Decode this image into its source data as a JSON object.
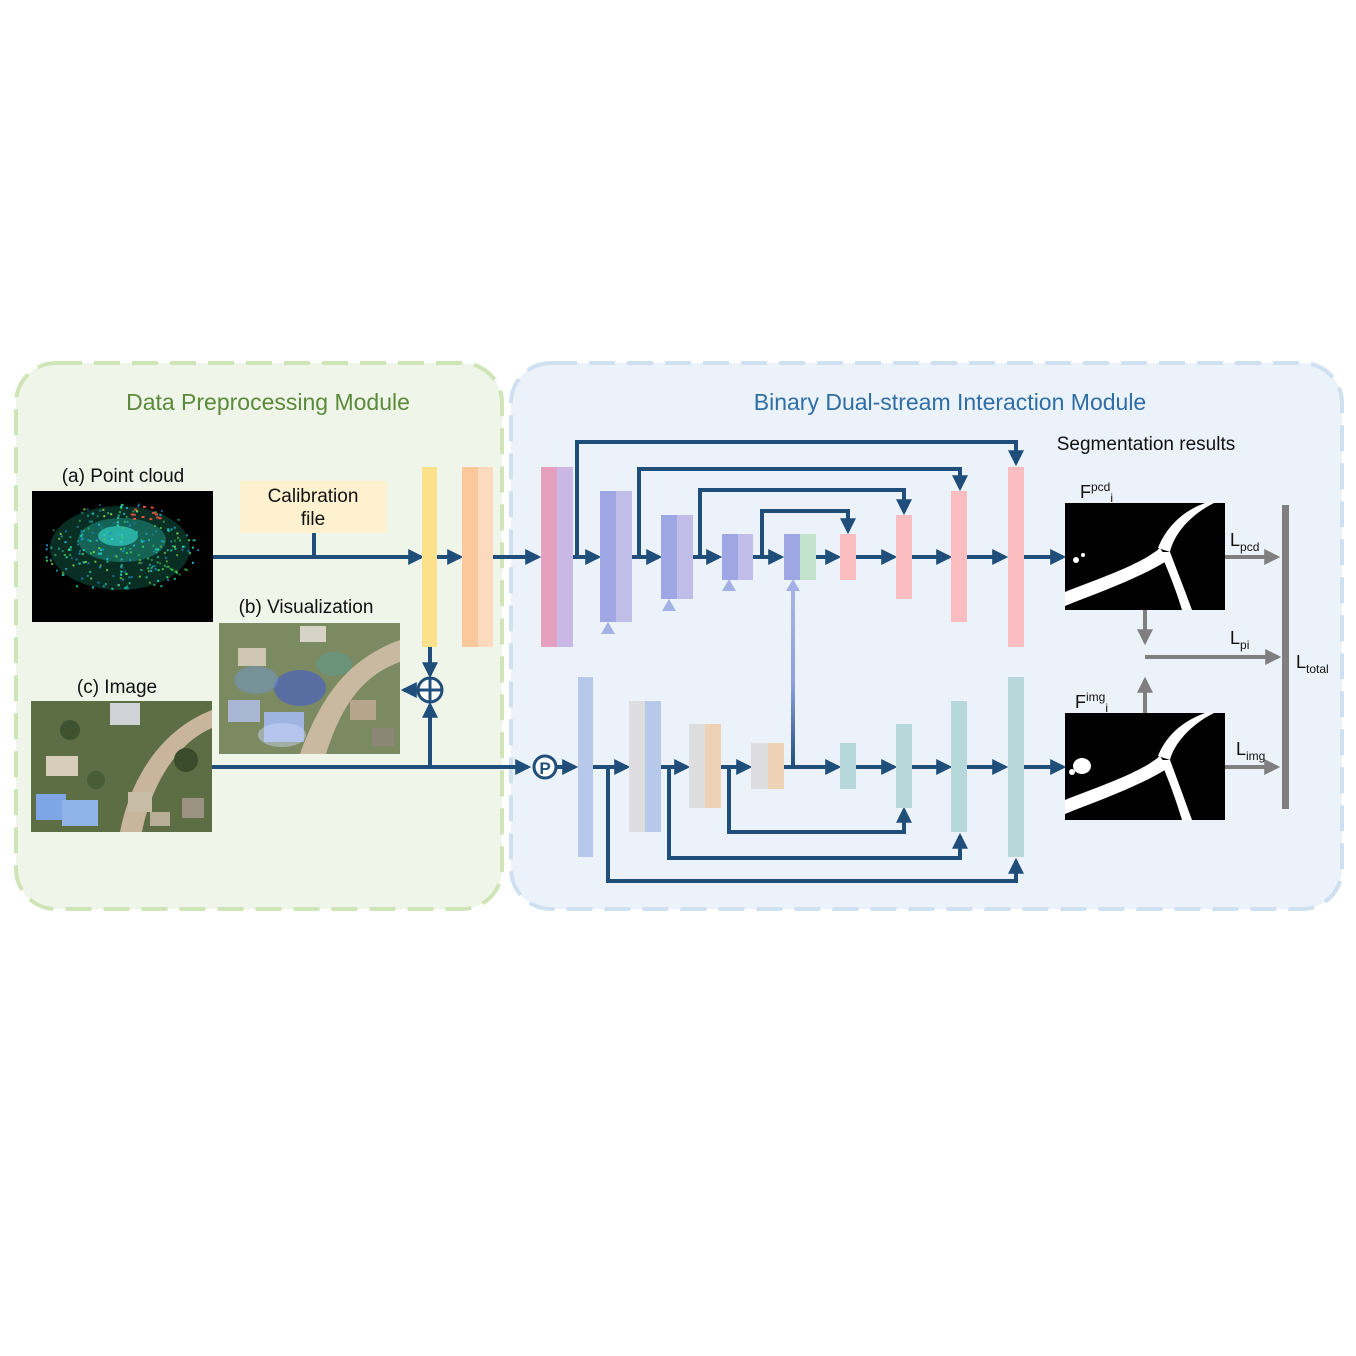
{
  "modules": {
    "preprocessing": {
      "title": "Data Preprocessing Module",
      "title_color": "#5a8a3a"
    },
    "interaction": {
      "title": "Binary Dual-stream Interaction Module",
      "title_color": "#2e6ea6"
    }
  },
  "labels": {
    "point_cloud": "(a) Point cloud",
    "visualization": "(b) Visualization",
    "image": "(c) Image",
    "calibration_line1": "Calibration",
    "calibration_line2": "file",
    "projection_symbol": "P",
    "segmentation_results": "Segmentation results"
  },
  "features": {
    "pcd": {
      "base": "F",
      "sup": "pcd",
      "sub": "i"
    },
    "img": {
      "base": "F",
      "sup": "img",
      "sub": "i"
    }
  },
  "losses": {
    "pcd": {
      "base": "L",
      "sub": "pcd"
    },
    "pi": {
      "base": "L",
      "sub": "pi"
    },
    "img": {
      "base": "L",
      "sub": "img"
    },
    "total": {
      "base": "L",
      "sub": "total"
    }
  },
  "colors": {
    "arrow": "#1f4e7a",
    "gray_arrow": "#7f7f7f",
    "fuse_yellow": "#fde08a",
    "fuse_orange": "#fcc79b",
    "pcd_encoder": "#9ea6e3",
    "pcd_decoder": "#fbbdc0",
    "img_encoder": "#b7c9ea",
    "img_decoder": "#b6d8da"
  }
}
